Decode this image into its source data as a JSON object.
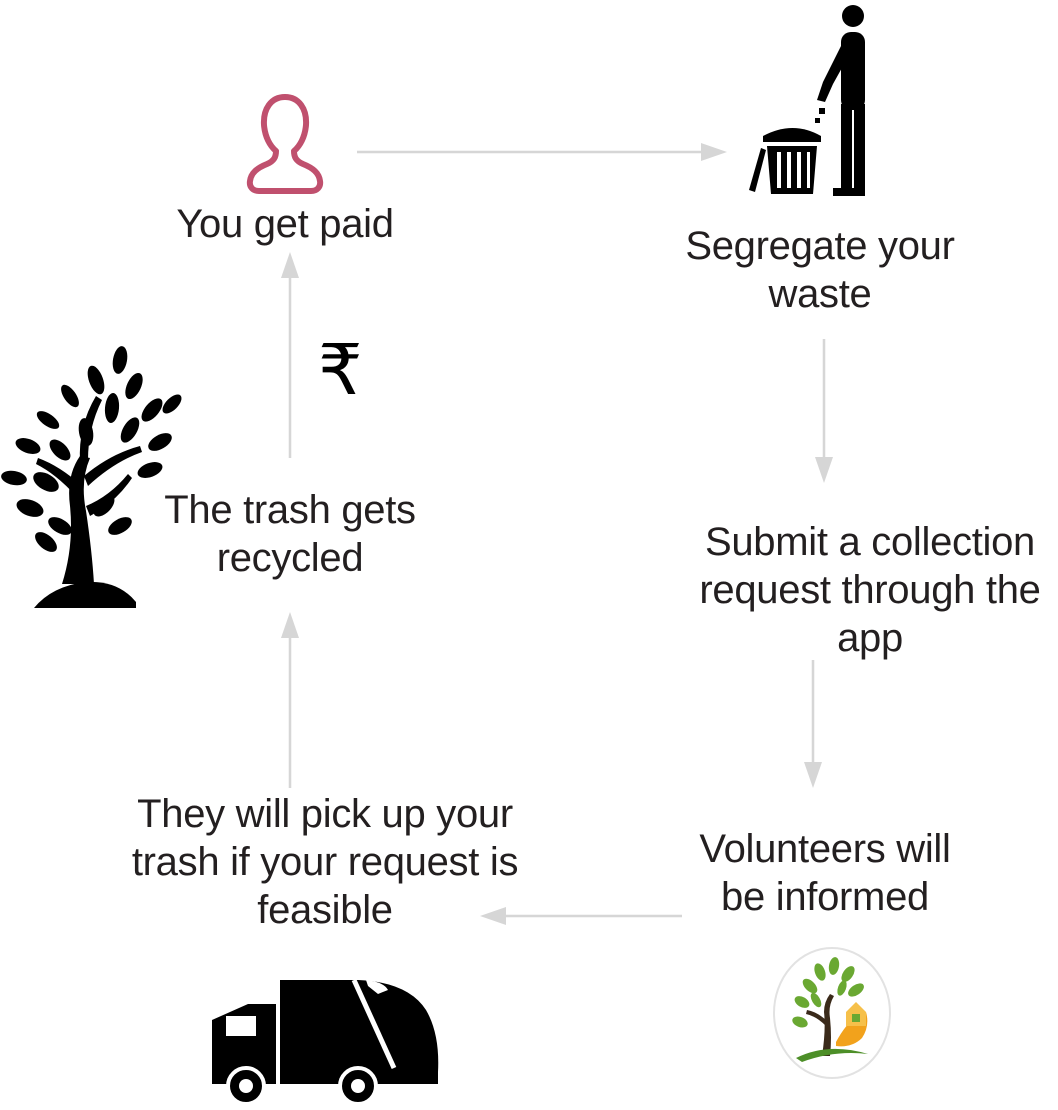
{
  "steps": {
    "paid": "You get paid",
    "segregate": "Segregate your\nwaste",
    "submit": "Submit a collection\nrequest through the\napp",
    "volunteers": "Volunteers will\nbe informed",
    "pickup": "They will pick up your\ntrash if your request is\nfeasible",
    "recycled": "The trash gets\nrecycled"
  },
  "currency_symbol": "₹",
  "colors": {
    "text": "#231f20",
    "arrow": "#d6d6d6",
    "person_outline": "#c0506e",
    "icon_black": "#000000",
    "logo_green": "#6aa832",
    "logo_orange": "#f2a21c"
  },
  "icons": [
    "person-icon",
    "person-dumping-trash-icon",
    "tree-icon",
    "rupee-icon",
    "garbage-truck-icon",
    "app-logo-icon"
  ]
}
